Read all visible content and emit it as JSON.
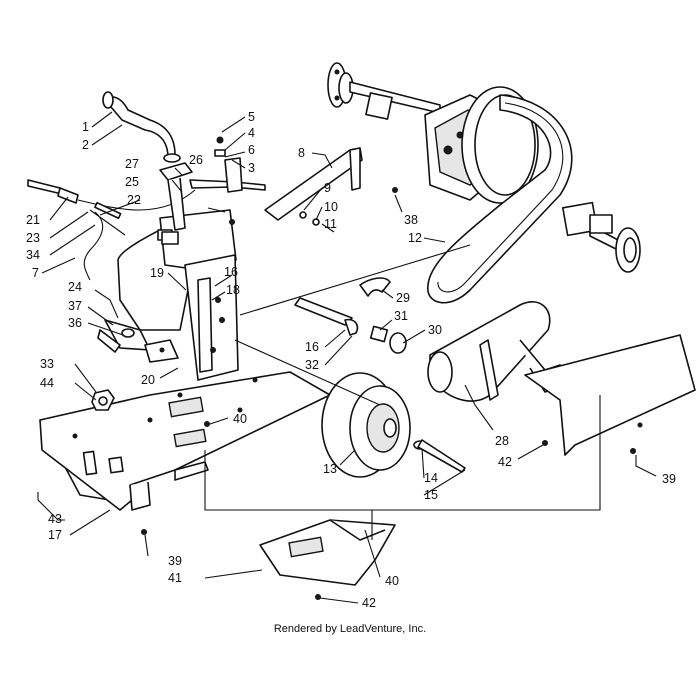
{
  "callouts": [
    "1",
    "2",
    "3",
    "4",
    "5",
    "6",
    "7",
    "8",
    "9",
    "10",
    "11",
    "12",
    "13",
    "14",
    "15",
    "16",
    "16",
    "17",
    "18",
    "19",
    "20",
    "21",
    "22",
    "23",
    "24",
    "25",
    "26",
    "27",
    "28",
    "29",
    "30",
    "31",
    "32",
    "33",
    "34",
    "36",
    "37",
    "38",
    "39",
    "39",
    "40",
    "40",
    "41",
    "42",
    "42",
    "43",
    "44"
  ],
  "footer": "Rendered by LeadVenture, Inc.",
  "icons": [
    "parts-diagram",
    "drive-belt",
    "drive-clutch",
    "muffler",
    "engine-plate",
    "exhaust-pipe",
    "rear-axle"
  ],
  "colors": {
    "line": "#111111",
    "background": "#ffffff"
  }
}
